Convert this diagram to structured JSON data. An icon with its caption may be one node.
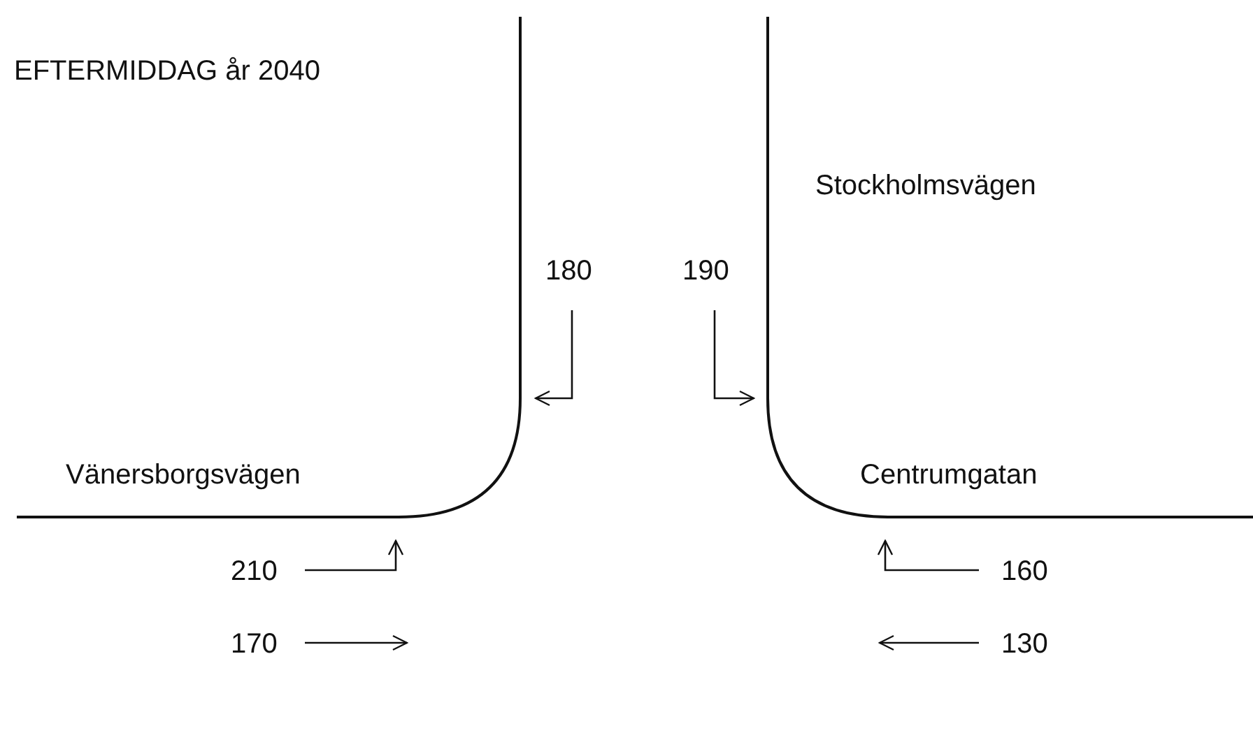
{
  "diagram": {
    "title": "EFTERMIDDAG år 2040",
    "labels": [
      "Stockholmsvägen",
      "180",
      "190",
      "Vänersborgsvägen",
      "Centrumgatan",
      "210",
      "160",
      "170",
      "130"
    ]
  }
}
